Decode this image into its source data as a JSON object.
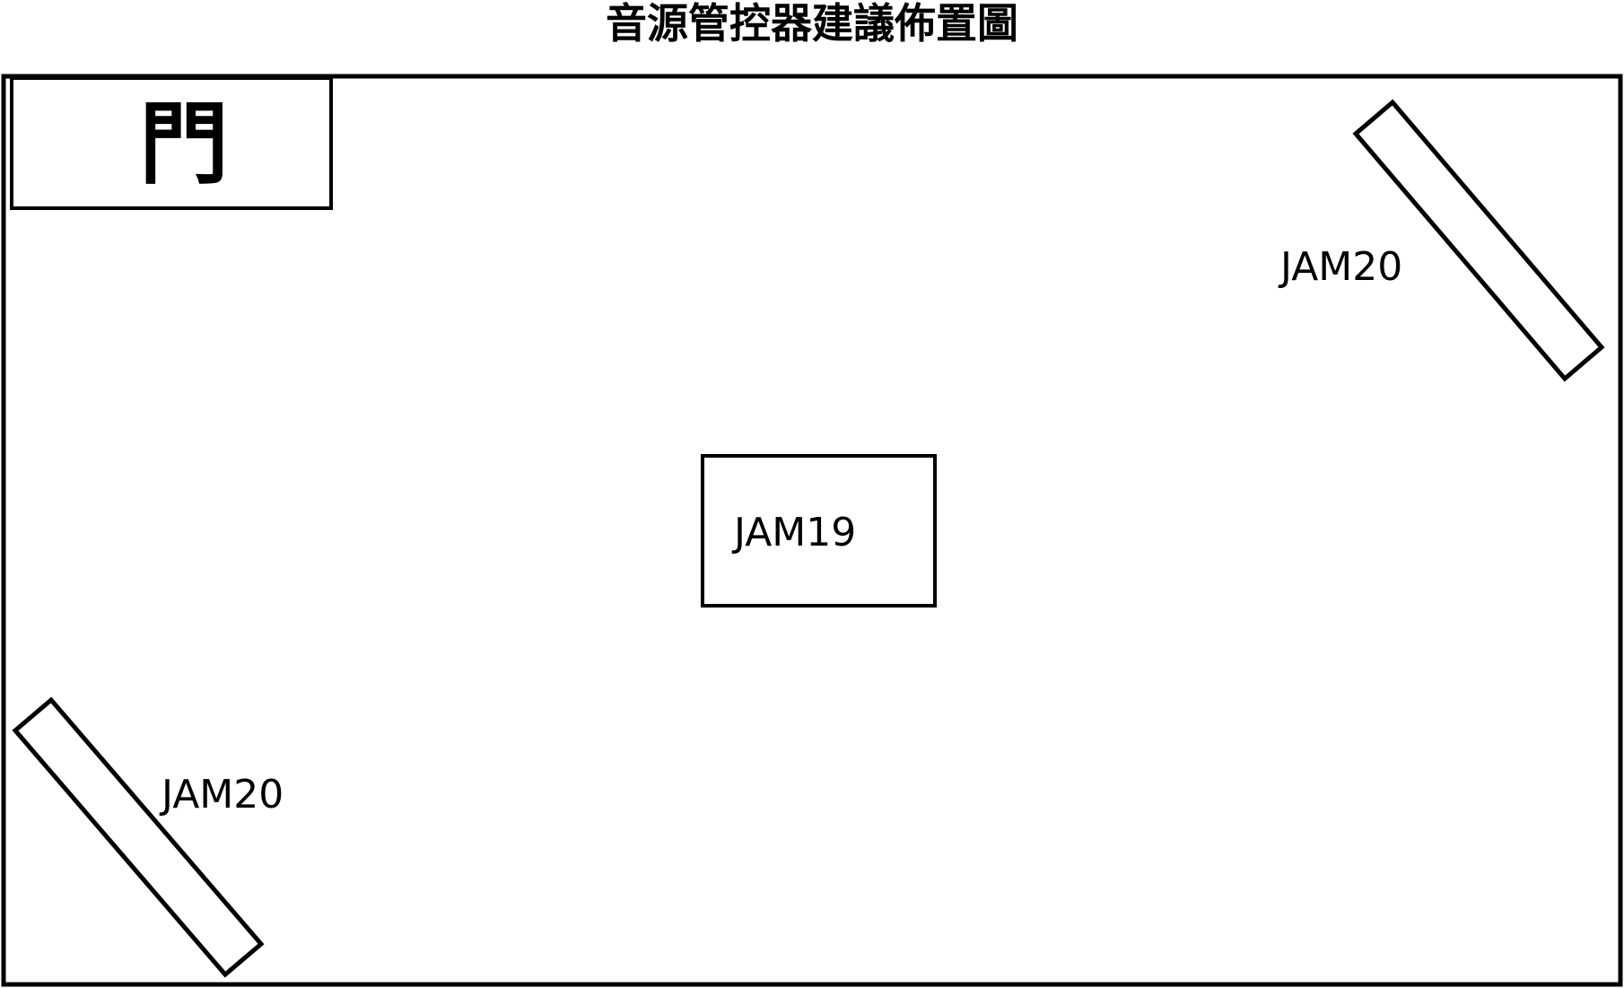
{
  "title": "音源管控器建議佈置圖",
  "door": {
    "label": "門"
  },
  "devices": [
    {
      "id": "center",
      "label": "JAM19"
    },
    {
      "id": "top-right",
      "label": "JAM20"
    },
    {
      "id": "bottom-left",
      "label": "JAM20"
    }
  ],
  "colors": {
    "stroke": "#000000",
    "background": "#ffffff"
  }
}
